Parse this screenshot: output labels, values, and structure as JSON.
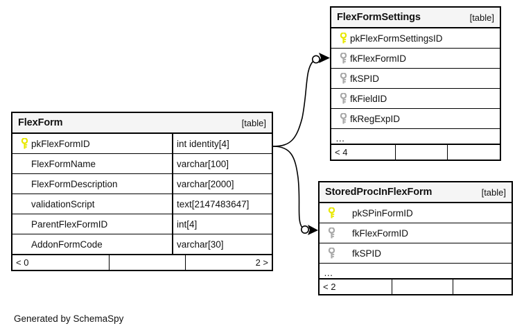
{
  "diagram": {
    "kind_label": "[table]",
    "ellipsis": "…",
    "credit": "Generated by SchemaSpy",
    "colors": {
      "primary_key": "#e8e800",
      "foreign_key": "#a8a8a8",
      "border": "#000000",
      "header_bg": "#f5f5f5",
      "background": "#ffffff"
    }
  },
  "tables": {
    "flexform": {
      "name": "FlexForm",
      "kind": "[table]",
      "columns": [
        {
          "key": "primary-key-icon",
          "name": "pkFlexFormID",
          "type": "int identity[4]"
        },
        {
          "key": "none",
          "name": "FlexFormName",
          "type": "varchar[100]"
        },
        {
          "key": "none",
          "name": "FlexFormDescription",
          "type": "varchar[2000]"
        },
        {
          "key": "none",
          "name": "validationScript",
          "type": "text[2147483647]"
        },
        {
          "key": "none",
          "name": "ParentFlexFormID",
          "type": "int[4]"
        },
        {
          "key": "none",
          "name": "AddonFormCode",
          "type": "varchar[30]"
        }
      ],
      "has_ellipsis": false,
      "footer": [
        "< 0",
        "",
        "2 >"
      ]
    },
    "flexformsettings": {
      "name": "FlexFormSettings",
      "kind": "[table]",
      "columns": [
        {
          "key": "primary-key-icon",
          "name": "pkFlexFormSettingsID",
          "type": ""
        },
        {
          "key": "foreign-key-icon",
          "name": "fkFlexFormID",
          "type": ""
        },
        {
          "key": "foreign-key-icon",
          "name": "fkSPID",
          "type": ""
        },
        {
          "key": "foreign-key-icon",
          "name": "fkFieldID",
          "type": ""
        },
        {
          "key": "foreign-key-icon",
          "name": "fkRegExpID",
          "type": ""
        }
      ],
      "has_ellipsis": true,
      "footer": [
        "< 4",
        "",
        ""
      ]
    },
    "storedprocinflexform": {
      "name": "StoredProcInFlexForm",
      "kind": "[table]",
      "columns": [
        {
          "key": "primary-key-icon",
          "name": "pkSPinFormID",
          "type": ""
        },
        {
          "key": "foreign-key-icon",
          "name": "fkFlexFormID",
          "type": ""
        },
        {
          "key": "foreign-key-icon",
          "name": "fkSPID",
          "type": ""
        }
      ],
      "has_ellipsis": true,
      "footer": [
        "< 2",
        "",
        ""
      ]
    }
  },
  "relationships": [
    {
      "from": "flexform.pkFlexFormID",
      "to": "flexformsettings.fkFlexFormID"
    },
    {
      "from": "flexform.pkFlexFormID",
      "to": "storedprocinflexform.fkFlexFormID"
    }
  ]
}
